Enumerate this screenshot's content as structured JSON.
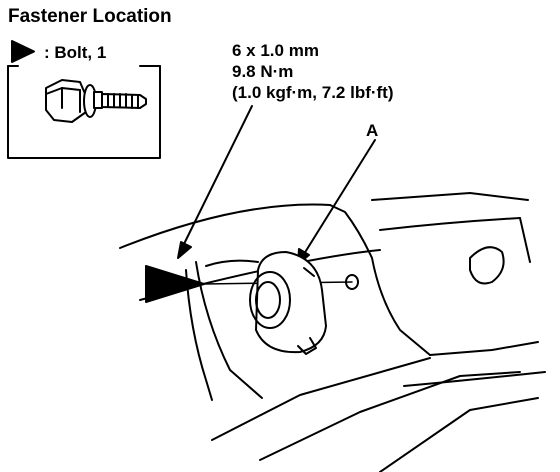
{
  "title": "Fastener Location",
  "legend": {
    "marker_icon": "triangle-pointer-icon",
    "label": ": Bolt, 1"
  },
  "spec": {
    "size": "6 x 1.0 mm",
    "torque_nm": "9.8 N·m",
    "torque_alt": "(1.0 kgf·m, 7.2 lbf·ft)"
  },
  "callout": {
    "label": "A"
  }
}
